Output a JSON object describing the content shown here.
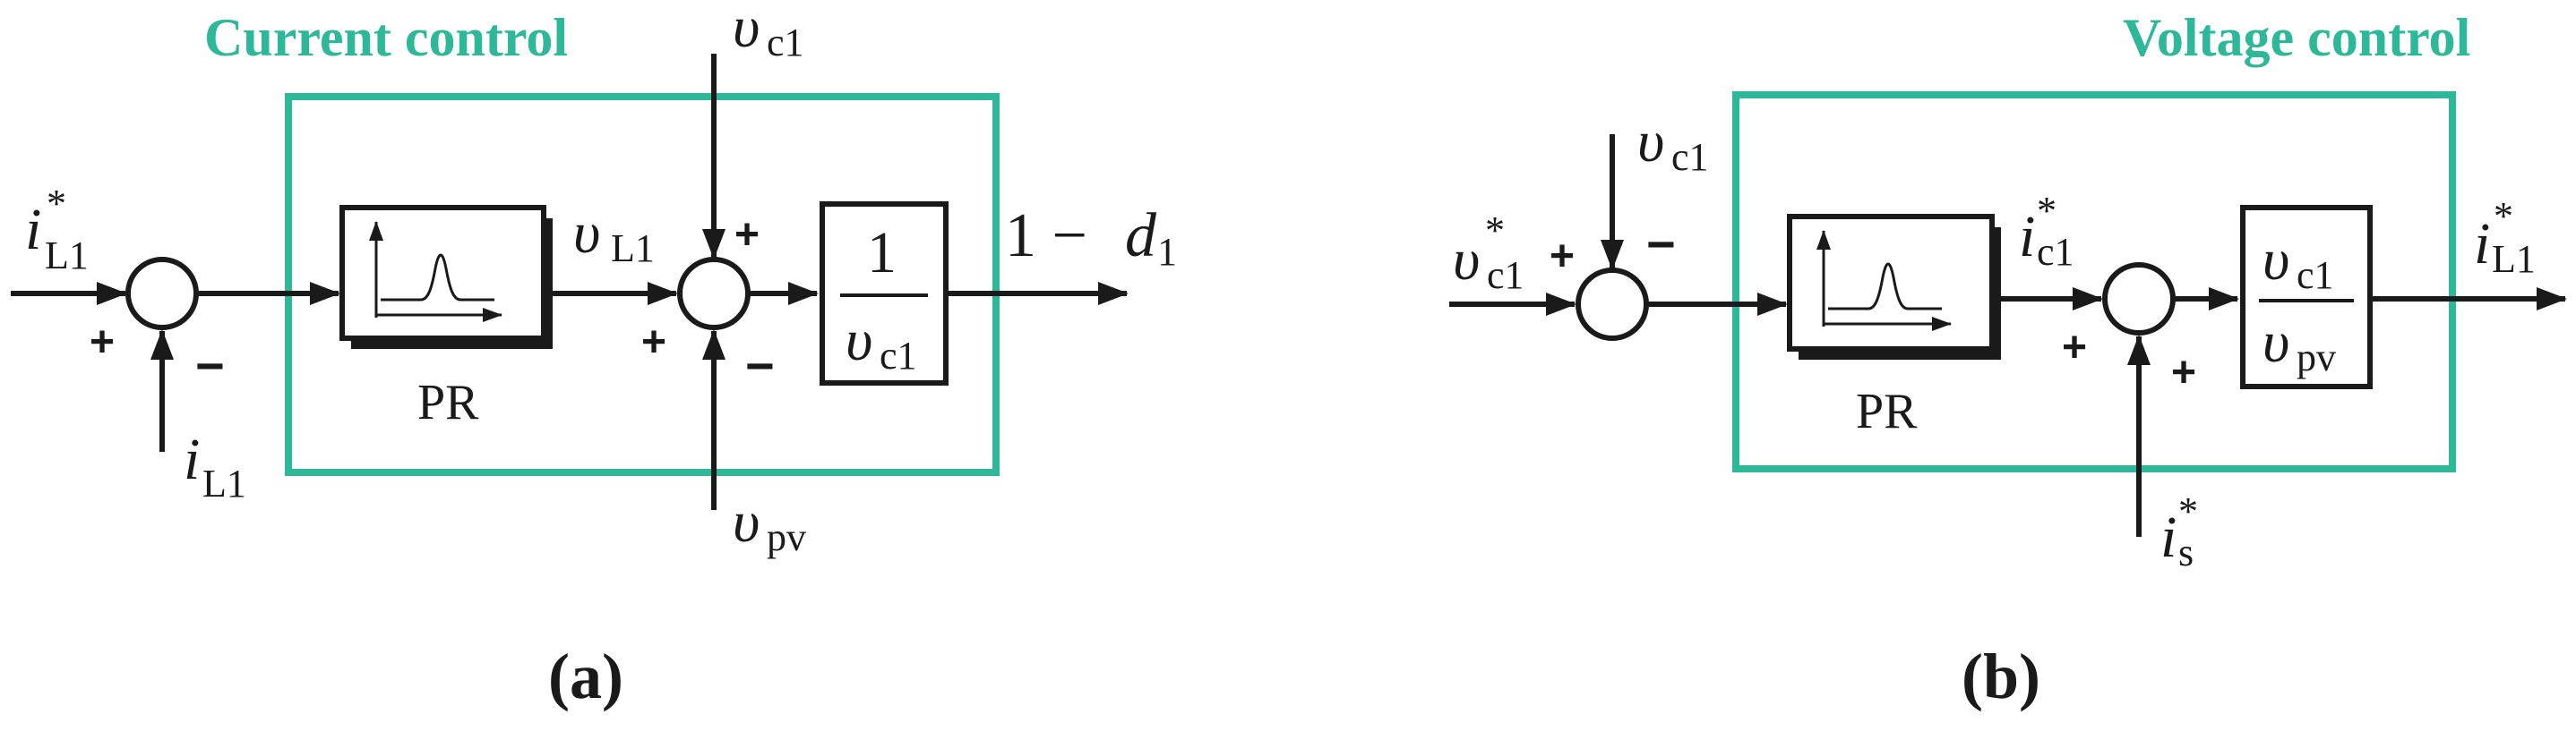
{
  "colors": {
    "frame": "#2db89a",
    "title": "#2db89a",
    "line": "#1a1a1a",
    "background": "#ffffff"
  },
  "diagram_a": {
    "title": "Current control",
    "caption": "(a)",
    "input_ref": {
      "base": "i",
      "sup": "*",
      "sub": "L1"
    },
    "feedback": {
      "base": "i",
      "sub": "L1"
    },
    "sum1_signs": {
      "plus": "+",
      "minus": "−"
    },
    "pr_label": "PR",
    "pr_output": {
      "base": "υ",
      "sub": "L1"
    },
    "top_input": {
      "base": "υ",
      "sub": "c1"
    },
    "bottom_input": {
      "base": "υ",
      "sub": "pv"
    },
    "sum2_signs": {
      "top": "+",
      "left": "+",
      "bottom": "−"
    },
    "gain": {
      "numerator": "1",
      "denominator_base": "υ",
      "denominator_sub": "c1"
    },
    "output": {
      "prefix": "1 − ",
      "base": "d",
      "sub": "1"
    }
  },
  "diagram_b": {
    "title": "Voltage control",
    "caption": "(b)",
    "input_ref": {
      "base": "υ",
      "sup": "*",
      "sub": "c1"
    },
    "feedback": {
      "base": "υ",
      "sub": "c1"
    },
    "sum1_signs": {
      "plus": "+",
      "minus": "−"
    },
    "pr_label": "PR",
    "pr_output": {
      "base": "i",
      "sup": "*",
      "sub": "c1"
    },
    "bottom_input": {
      "base": "i",
      "sup": "*",
      "sub": "s"
    },
    "sum2_signs": {
      "left": "+",
      "bottom": "+"
    },
    "gain": {
      "num_base": "υ",
      "num_sub": "c1",
      "den_base": "υ",
      "den_sub": "pv"
    },
    "output": {
      "base": "i",
      "sup": "*",
      "sub": "L1"
    }
  }
}
